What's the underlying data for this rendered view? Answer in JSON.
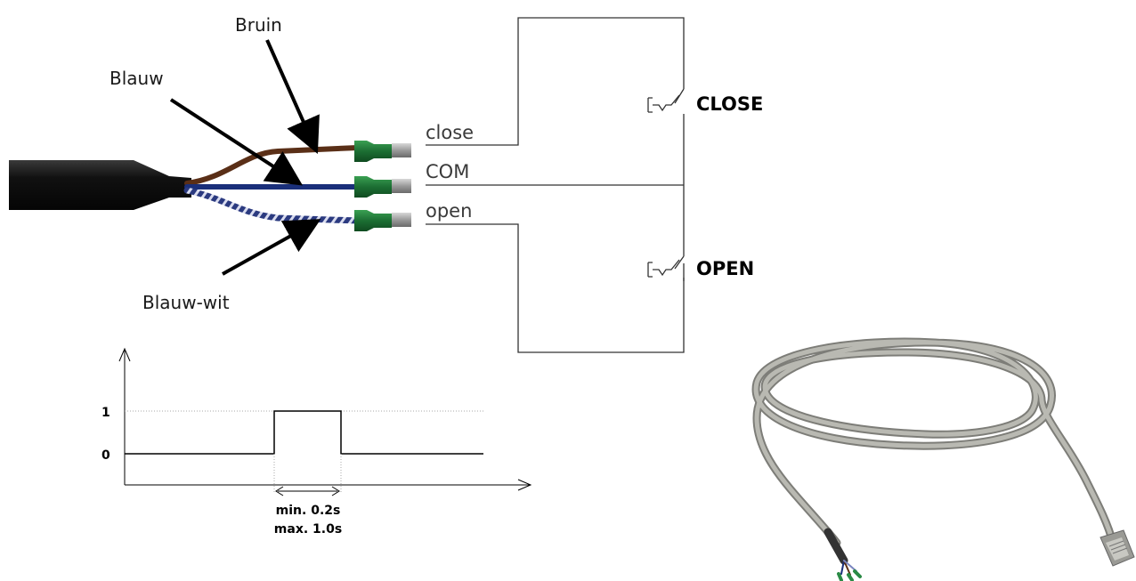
{
  "wire_labels": {
    "brown": "Bruin",
    "blue": "Blauw",
    "blue_white": "Blauw-wit"
  },
  "terminals": {
    "close": "close",
    "com": "COM",
    "open": "open"
  },
  "switches": {
    "close": "CLOSE",
    "open": "OPEN"
  },
  "timing": {
    "level_high": "1",
    "level_low": "0",
    "duration_min": "min. 0.2s",
    "duration_max": "max. 1.0s"
  },
  "colors": {
    "brown_wire": "#5a2f17",
    "blue_wire": "#1a2f7a",
    "blue_white_wire": "#3a4a8a",
    "ferrule": "#1f7a3a",
    "cable_jacket": "#1a1a1a",
    "grey_cable": "#a8a8a2"
  }
}
